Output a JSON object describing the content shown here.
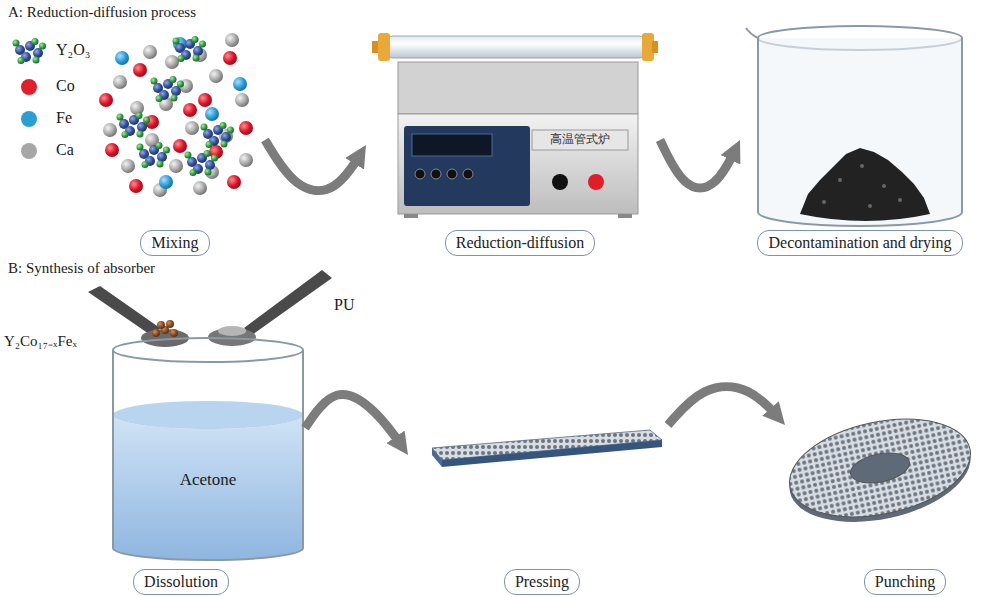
{
  "diagram": {
    "nodes": [
      {
        "text": [
          "Mixing"
        ]
      },
      {
        "text": [
          "Reduction-diffusion"
        ]
      },
      {
        "text": [
          "Decontamination and drying"
        ]
      },
      {
        "text": [
          "Dissolution"
        ]
      },
      {
        "text": [
          "Pressing"
        ]
      },
      {
        "text": [
          "Punching"
        ]
      }
    ],
    "edges": [
      {
        "from": 0,
        "to": 1,
        "arrow": "to"
      },
      {
        "from": 1,
        "to": 2,
        "arrow": "to"
      },
      {
        "from": 3,
        "to": 4,
        "arrow": "to"
      },
      {
        "from": 4,
        "to": 5,
        "arrow": "to"
      }
    ],
    "labels": [
      "A: Reduction-diffusion process",
      "高温管式炉",
      "B: Synthesis of absorber",
      "Y₂Co₁₇₋ₓFeₓ",
      "PU",
      "Acetone"
    ],
    "legend": [
      {
        "text": "Y₂O₃"
      },
      {
        "text": "Co",
        "color": "#e0202e"
      },
      {
        "text": "Fe",
        "color": "#2a9fd6"
      },
      {
        "text": "Ca",
        "color": "#a6a6a6"
      }
    ]
  }
}
